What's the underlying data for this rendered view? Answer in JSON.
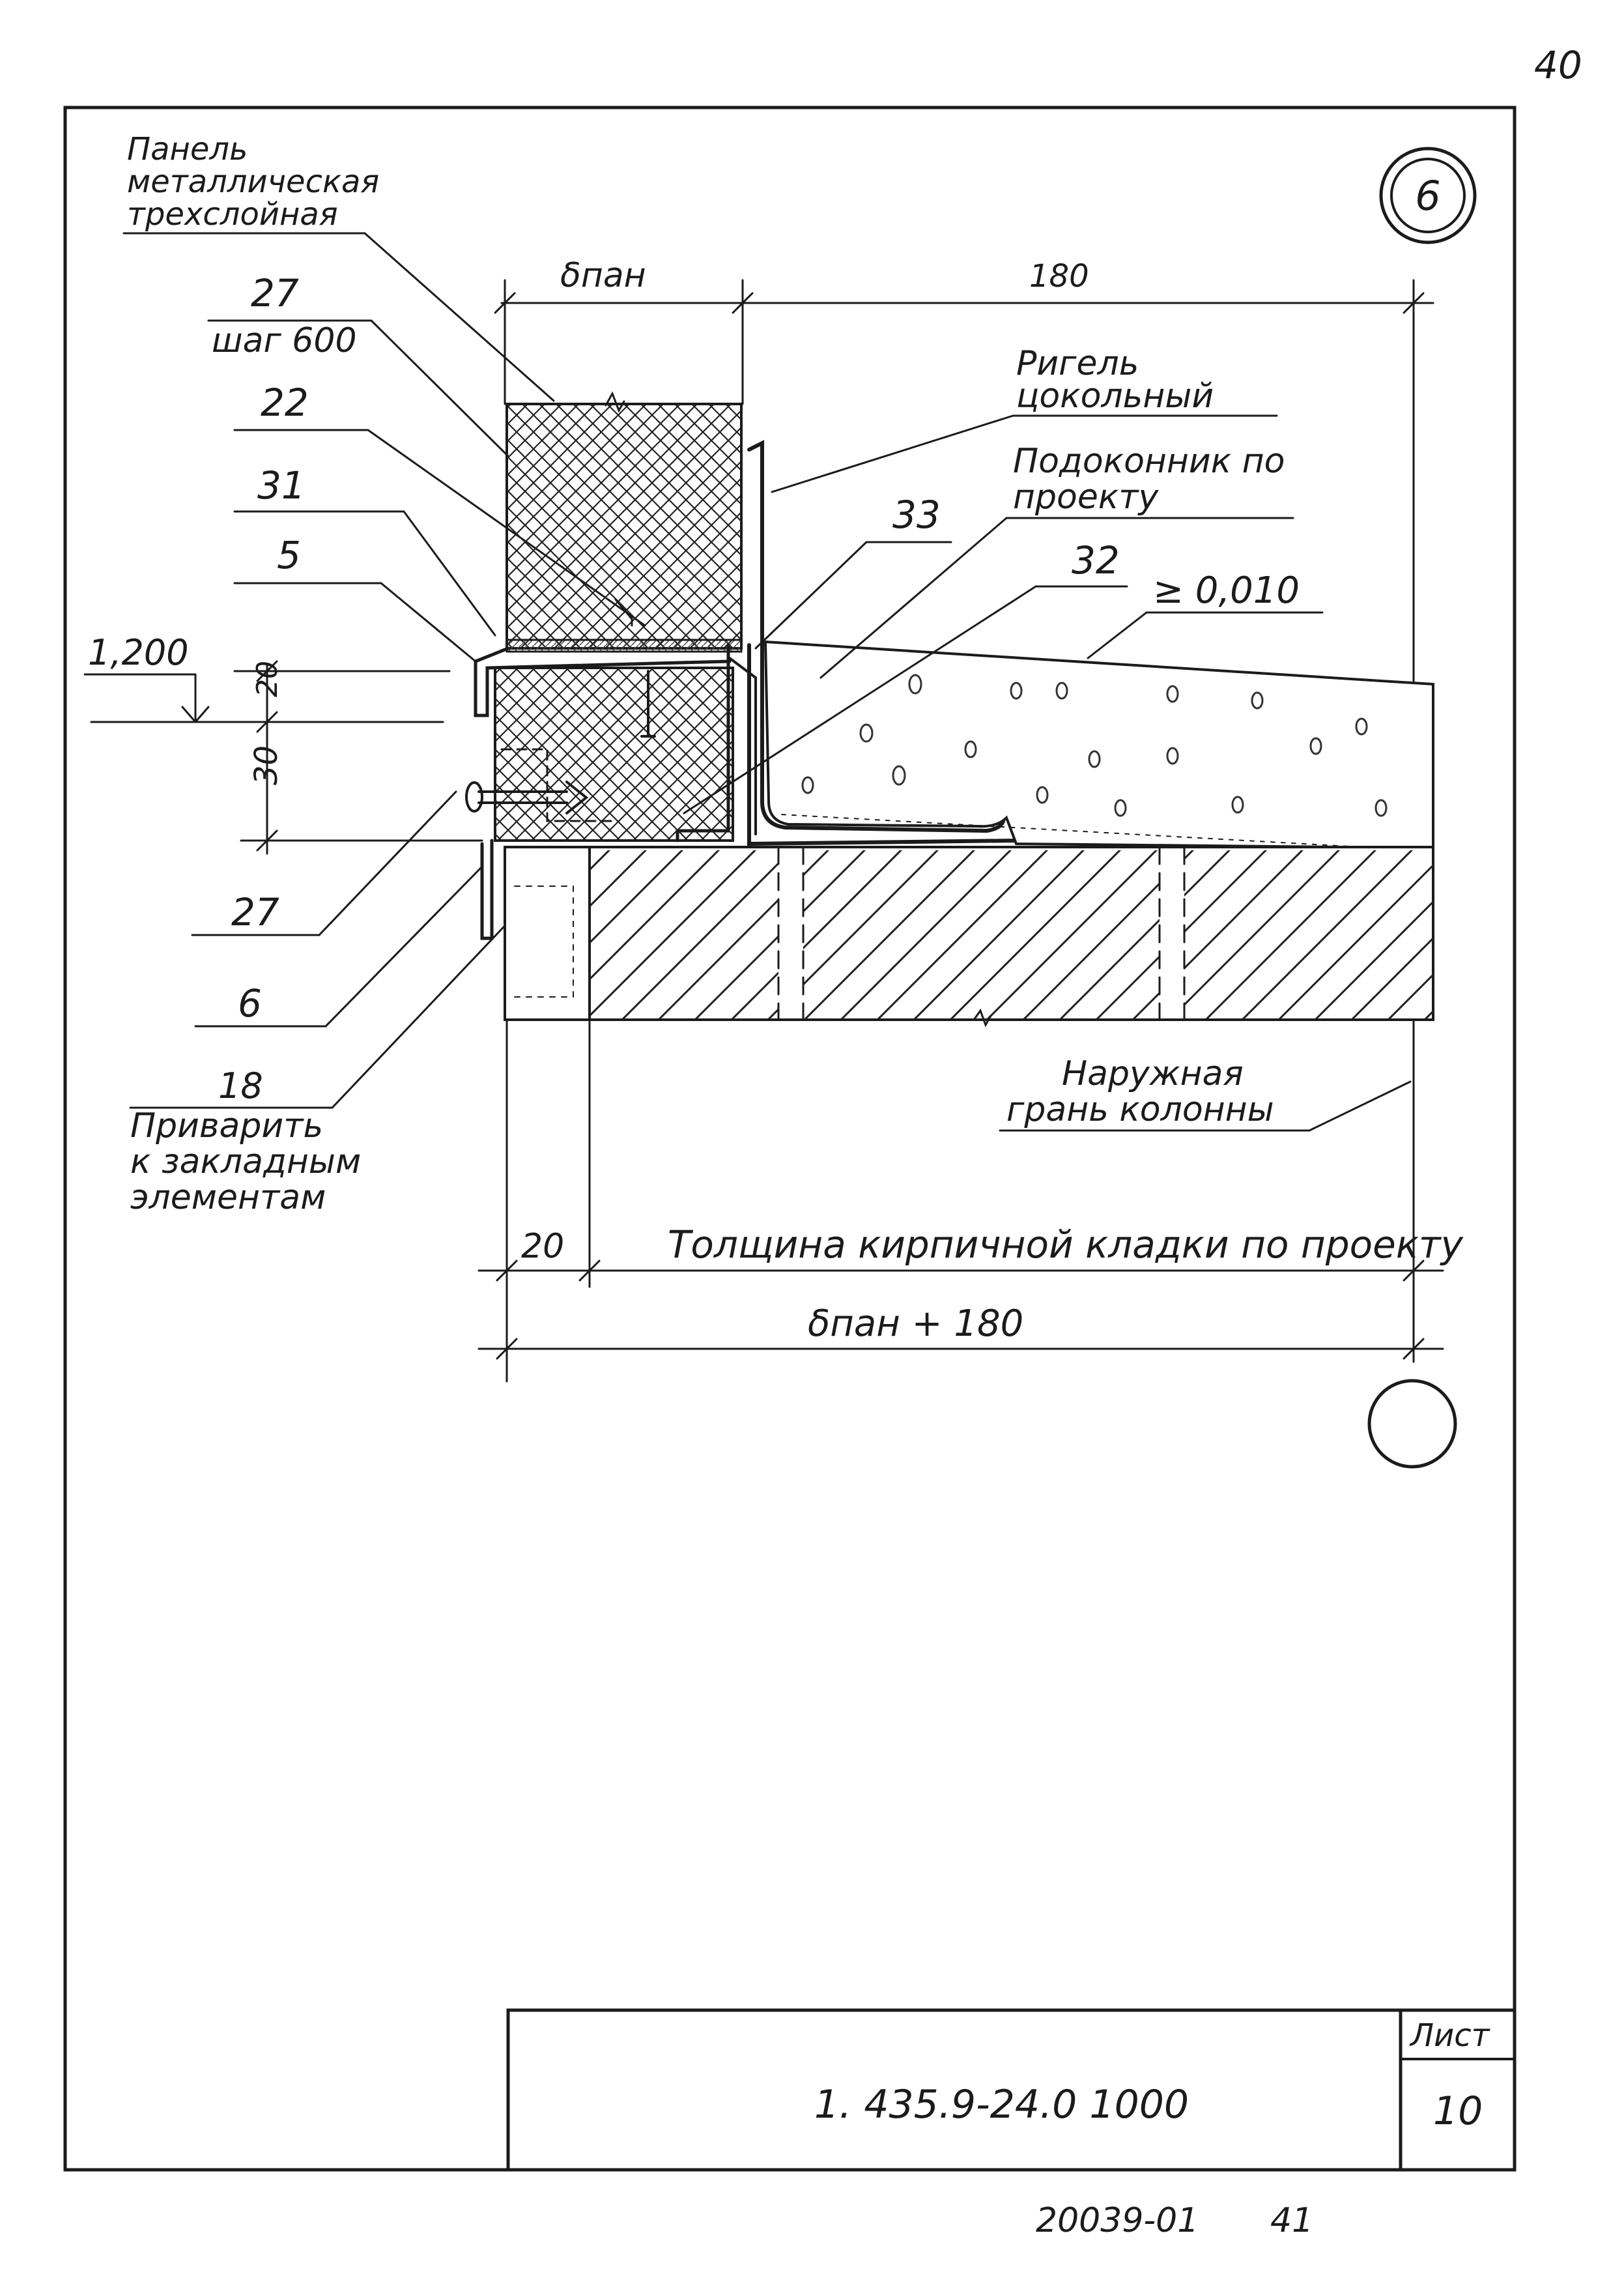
{
  "page_number": "40",
  "detail_mark": "6",
  "labels": {
    "panel_l1": "Панель",
    "panel_l2": "металлическая",
    "panel_l3": "трехслойная",
    "ref_27_top": "27",
    "step_600": "шаг 600",
    "ref_22": "22",
    "ref_31": "31",
    "ref_5": "5",
    "elevation_1200": "1,200",
    "ref_27_bottom": "27",
    "ref_6": "6",
    "ref_18": "18",
    "weld_l1": "Приварить",
    "weld_l2": "к закладным",
    "weld_l3": "элементам",
    "rigel_l1": "Ригель",
    "rigel_l2": "цокольный",
    "sill_l1": "Подоконник по",
    "sill_l2": "проекту",
    "ref_33": "33",
    "ref_32": "32",
    "slope": "≥ 0,010",
    "outer_l1": "Наружная",
    "outer_l2": "грань колонны",
    "brick_thickness": "Толщина кирпичной кладки по проекту"
  },
  "dimensions": {
    "delta_pan": "δпан",
    "d180": "180",
    "d20_vert": "20",
    "d30_vert": "30",
    "d20_bottom": "20",
    "total": "δпан + 180"
  },
  "title_block": {
    "code": "1. 435.9-24.0 1000",
    "sheet_label": "Лист",
    "sheet_number": "10"
  },
  "footer": {
    "archive": "20039-01",
    "number": "41"
  }
}
